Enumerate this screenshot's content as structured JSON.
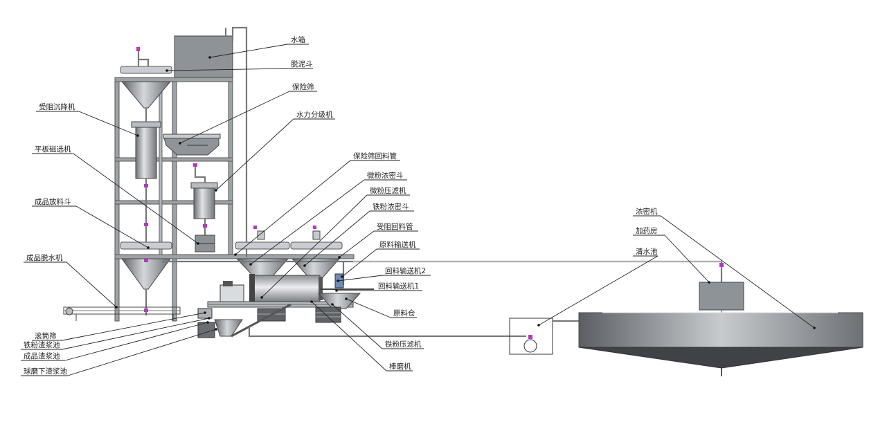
{
  "labels": {
    "water_tank": "水箱",
    "desliming_hopper": "脱泥斗",
    "safety_screen": "保险筛",
    "hydraulic_classifier": "水力分级机",
    "hindered_settler": "受阻沉降机",
    "flat_magnetic_conveyor": "平板磁选机",
    "safety_screen_return_pipe": "保险筛回料管",
    "fine_powder_thickening_hopper": "微粉浓密斗",
    "fine_powder_filter_press": "微粉压滤机",
    "iron_powder_thickening_hopper": "铁粉浓密斗",
    "finished_discharge_hopper": "成品放料斗",
    "hindered_return_pipe": "受阻回料管",
    "raw_material_conveyor": "原料输送机",
    "finished_dewatering_machine": "成品脱水机",
    "return_conveyor_2": "回料输送机2",
    "return_conveyor_1": "回料输送机1",
    "raw_material_bin": "原料仓",
    "drum_screen": "滚筒筛",
    "iron_powder_slurry_pool": "铁粉渣浆池",
    "finished_slurry_pool": "成品渣浆池",
    "ball_mill_slurry_pool": "球磨下渣浆池",
    "iron_powder_filter_press": "铁粉压滤机",
    "rod_mill": "棒磨机",
    "thickener": "浓密机",
    "dosing_room": "加药房",
    "clear_water_pool": "清水池"
  },
  "colors": {
    "frame": "#9ea3a8",
    "cone_dark": "#5d6166",
    "cone_light": "#c9cdd1",
    "valve": "#b13bbd",
    "line": "#222222"
  }
}
